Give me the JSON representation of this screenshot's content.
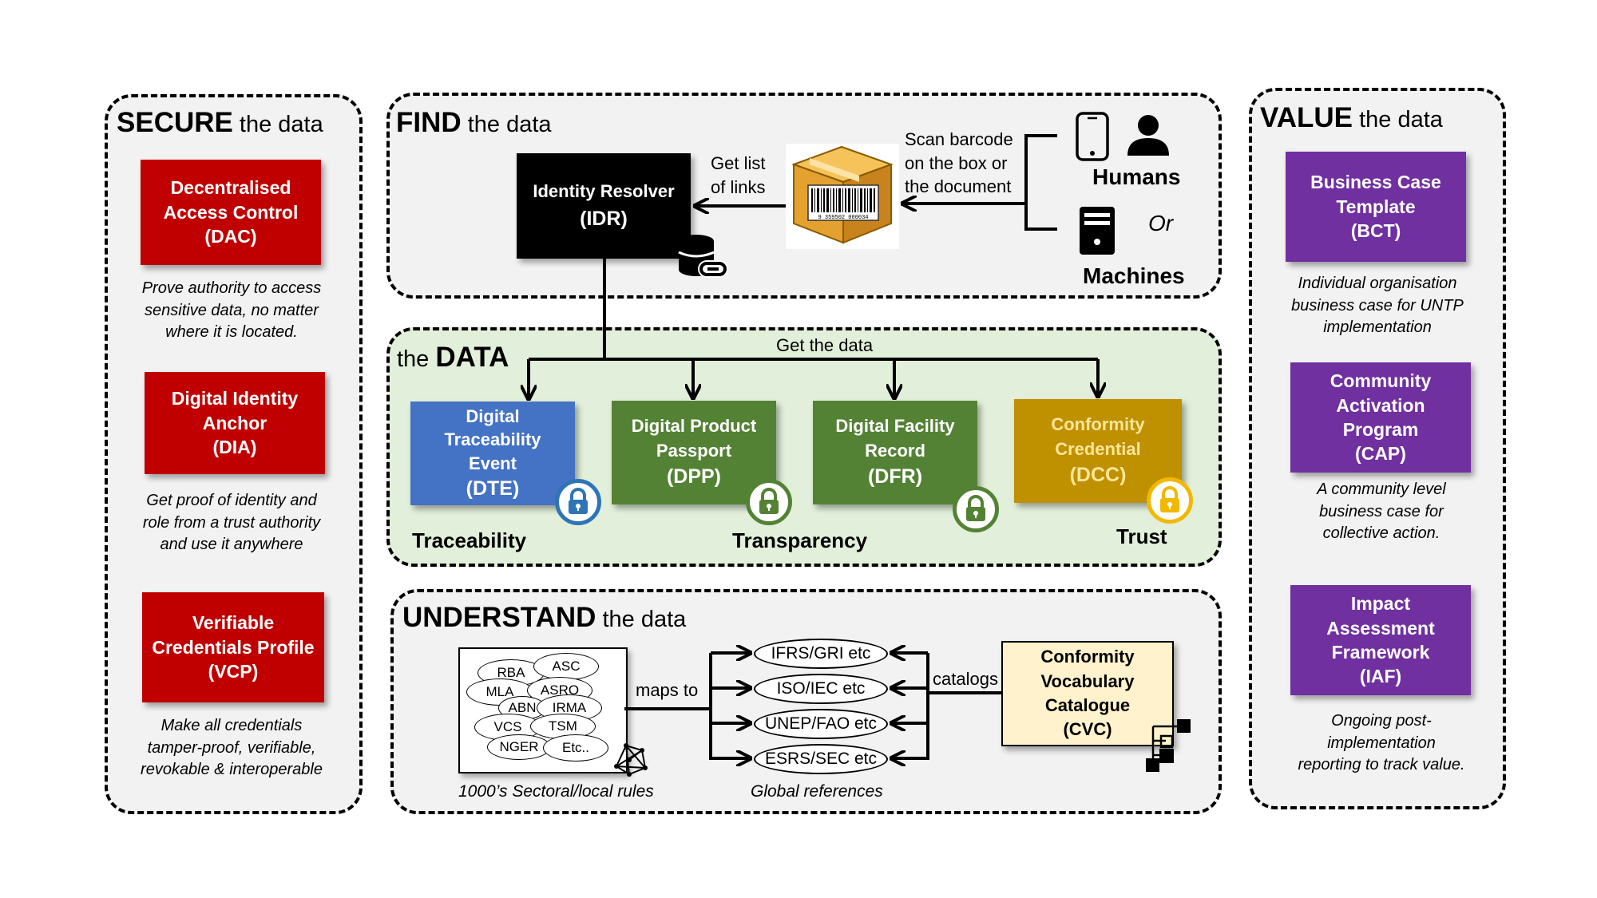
{
  "secure": {
    "title_bold": "SECURE",
    "title_rest": " the data",
    "cards": [
      {
        "label_lines": [
          "Decentralised",
          "Access Control",
          "(DAC)"
        ],
        "desc_lines": [
          "Prove authority to access",
          "sensitive data, no matter",
          "where it is located."
        ]
      },
      {
        "label_lines": [
          "Digital Identity",
          "Anchor",
          "(DIA)"
        ],
        "desc_lines": [
          "Get proof of identity and",
          "role from a trust authority",
          "and use it anywhere"
        ]
      },
      {
        "label_lines": [
          "Verifiable",
          "Credentials Profile",
          "(VCP)"
        ],
        "desc_lines": [
          "Make all credentials",
          "tamper-proof, verifiable,",
          "revokable & interoperable"
        ]
      }
    ]
  },
  "find": {
    "title_bold": "FIND",
    "title_rest": " the data",
    "idr_lines": [
      "Identity Resolver",
      "(IDR)"
    ],
    "get_list_lines": [
      "Get list",
      "of links"
    ],
    "scan_lines": [
      "Scan barcode",
      "on the box or",
      "the document"
    ],
    "humans": "Humans",
    "or": "Or",
    "machines": "Machines",
    "barcode_digits": "9 359502 000034"
  },
  "data": {
    "title_pre": "the ",
    "title_bold": "DATA",
    "get_the_data": "Get the data",
    "cards": [
      {
        "label_lines": [
          "Digital",
          "Traceability",
          "Event",
          "(DTE)"
        ],
        "lock_color": "#2e75b6"
      },
      {
        "label_lines": [
          "Digital Product",
          "Passport",
          "(DPP)"
        ],
        "lock_color": "#548235"
      },
      {
        "label_lines": [
          "Digital Facility",
          "Record",
          "(DFR)"
        ],
        "lock_color": "#548235"
      },
      {
        "label_lines": [
          "Conformity",
          "Credential",
          "(DCC)"
        ],
        "lock_color": "#f2b800"
      }
    ],
    "traceability": "Traceability",
    "transparency": "Transparency",
    "trust": "Trust"
  },
  "understand": {
    "title_bold": "UNDERSTAND",
    "title_rest": " the data",
    "rules": [
      "RBA",
      "ASC",
      "MLA",
      "ASRO",
      "ABN",
      "IRMA",
      "VCS",
      "TSM",
      "NGER",
      "Etc.."
    ],
    "maps_to": "maps to",
    "sectoral_caption": "1000’s Sectoral/local rules",
    "references": [
      "IFRS/GRI etc",
      "ISO/IEC etc",
      "UNEP/FAO etc",
      "ESRS/SEC etc"
    ],
    "global_caption": "Global references",
    "catalogs": "catalogs",
    "cvc_lines": [
      "Conformity",
      "Vocabulary",
      "Catalogue",
      "(CVC)"
    ]
  },
  "value": {
    "title_bold": "VALUE",
    "title_rest": " the data",
    "cards": [
      {
        "label_lines": [
          "Business Case",
          "Template",
          "(BCT)"
        ],
        "desc_lines": [
          "Individual organisation",
          "business case for UNTP",
          "implementation"
        ]
      },
      {
        "label_lines": [
          "Community",
          "Activation",
          "Program",
          "(CAP)"
        ],
        "desc_lines": [
          "A community level",
          "business case for",
          "collective action."
        ]
      },
      {
        "label_lines": [
          "Impact",
          "Assessment",
          "Framework",
          "(IAF)"
        ],
        "desc_lines": [
          "Ongoing post-",
          "implementation",
          "reporting to track value."
        ]
      }
    ]
  },
  "colors": {
    "red": "#c00000",
    "purple": "#7030a0",
    "blue": "#4472c4",
    "green": "#548235",
    "gold": "#bf9000",
    "panel": "#f2f2f2",
    "data_panel": "#e2efda"
  }
}
